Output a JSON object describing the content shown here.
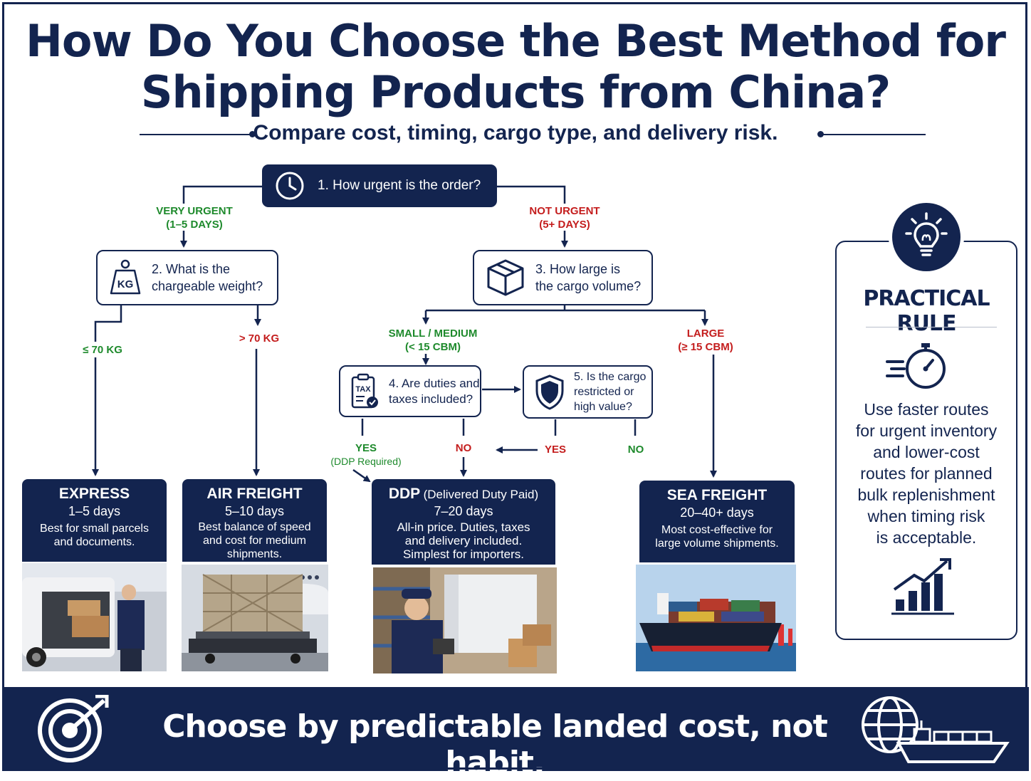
{
  "header": {
    "title_line1": "How Do You Choose the Best Method for",
    "title_line2": "Shipping Products from China?",
    "subtitle": "Compare cost, timing, cargo type, and delivery risk."
  },
  "flow": {
    "q1": "1. How urgent is the order?",
    "branch_very_urgent": "VERY URGENT",
    "branch_very_urgent_range": "(1–5 DAYS)",
    "branch_not_urgent": "NOT URGENT",
    "branch_not_urgent_range": "(5+ DAYS)",
    "q2_line1": "2.  What is the",
    "q2_line2": "chargeable weight?",
    "q3_line1": "3.  How large is",
    "q3_line2": "the cargo volume?",
    "weight_low": "≤ 70 KG",
    "weight_high": "> 70 KG",
    "volume_small": "SMALL / MEDIUM",
    "volume_small_range": "(< 15 CBM)",
    "volume_large": "LARGE",
    "volume_large_range": "(≥ 15 CBM)",
    "q4_line1": "4. Are duties and",
    "q4_line2": "taxes included?",
    "q5_line1": "5. Is the cargo",
    "q5_line2": "restricted or",
    "q5_line3": "high value?",
    "q4_yes": "YES",
    "q4_yes_note": "(DDP Required)",
    "q4_no": "NO",
    "q5_yes": "YES",
    "q5_no": "NO"
  },
  "results": {
    "express": {
      "title": "EXPRESS",
      "duration": "1–5 days",
      "line1": "Best for small parcels",
      "line2": "and documents."
    },
    "air": {
      "title": "AIR FREIGHT",
      "duration": "5–10 days",
      "line1": "Best balance of speed",
      "line2": "and cost for medium",
      "line3": "shipments."
    },
    "ddp": {
      "title": "DDP",
      "title_suffix": "(Delivered Duty Paid)",
      "duration": "7–20 days",
      "line1": "All-in price. Duties, taxes",
      "line2": "and delivery included.",
      "line3": "Simplest for importers."
    },
    "sea": {
      "title": "SEA FREIGHT",
      "duration": "20–40+ days",
      "line1": "Most cost-effective for",
      "line2": "large volume shipments."
    }
  },
  "rule": {
    "title": "PRACTICAL RULE",
    "line1": "Use faster routes",
    "line2": "for urgent inventory",
    "line3": "and lower-cost",
    "line4": "routes for planned",
    "line5": "bulk replenishment",
    "line6": "when timing risk",
    "line7": "is acceptable."
  },
  "footer": {
    "text": "Choose by predictable landed cost, not habit."
  },
  "icons": {
    "q1": "clock-icon",
    "q2": "kg-weight-icon",
    "q3": "box-icon",
    "q4": "tax-document-icon",
    "q5": "shield-icon",
    "rule_badge": "lightbulb-icon",
    "rule_speed": "stopwatch-icon",
    "rule_growth": "bar-chart-growth-icon",
    "footer_left": "target-icon",
    "footer_right": "globe-ship-icon"
  },
  "colors": {
    "navy": "#13244f",
    "green": "#1e8a2c",
    "red": "#c41d1d"
  }
}
